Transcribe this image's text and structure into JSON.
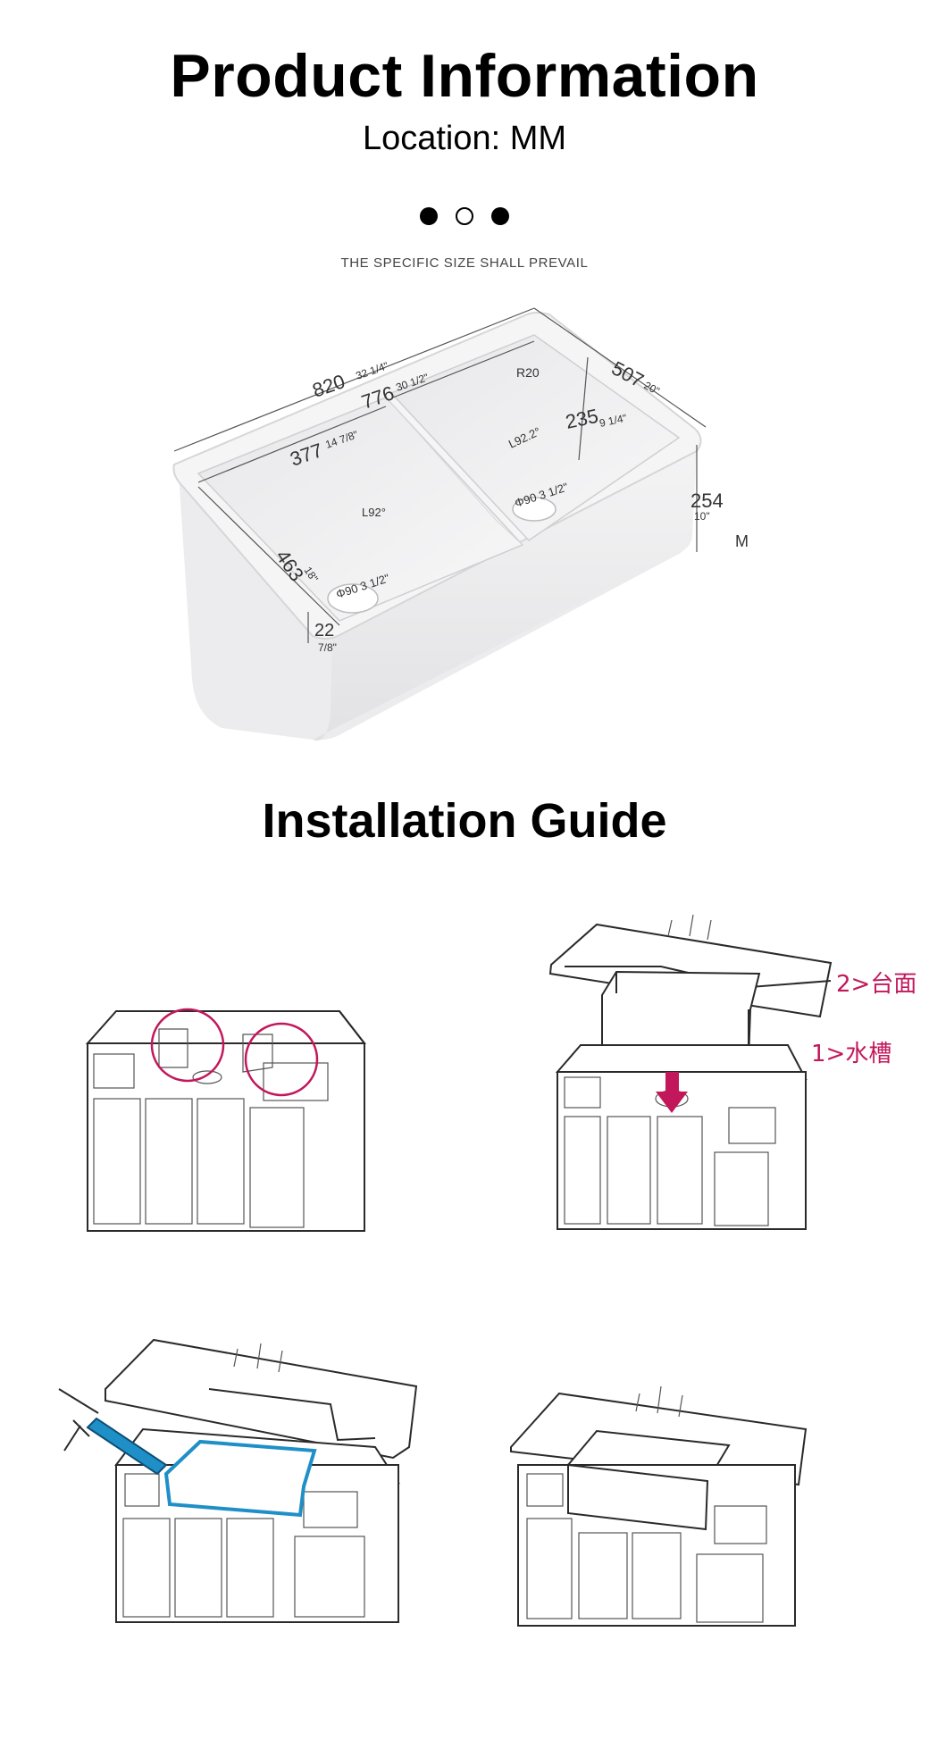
{
  "header": {
    "title": "Product Information",
    "subtitle": "Location: MM"
  },
  "carousel": {
    "dots": [
      "filled",
      "open",
      "filled"
    ]
  },
  "note": "THE SPECIFIC SIZE SHALL PREVAIL",
  "dimensions": {
    "overall_length": "820",
    "overall_length_in": "32 1/4\"",
    "inner_length": "776",
    "inner_length_in": "30 1/2\"",
    "left_bowl_width": "377",
    "left_bowl_width_in": "14 7/8\"",
    "right_bowl_width": "235",
    "right_bowl_width_in": "9 1/4\"",
    "depth": "507",
    "depth_in": "20\"",
    "height": "254",
    "height_in": "10\"",
    "left_bowl_depth": "463",
    "left_bowl_depth_in": "18\"",
    "radius": "R20",
    "left_angle": "L92°",
    "right_angle": "L92.2°",
    "left_drain": "Φ90 3 1/2\"",
    "right_drain": "Φ90 3 1/2\"",
    "apron": "22",
    "apron_in": "7/8\"",
    "cut_char": "M"
  },
  "guide": {
    "title": "Installation Guide",
    "step2_label": "2>台面",
    "step1_label": "1>水槽"
  },
  "colors": {
    "accent": "#c2185b",
    "sealant": "#1f8fc8"
  }
}
